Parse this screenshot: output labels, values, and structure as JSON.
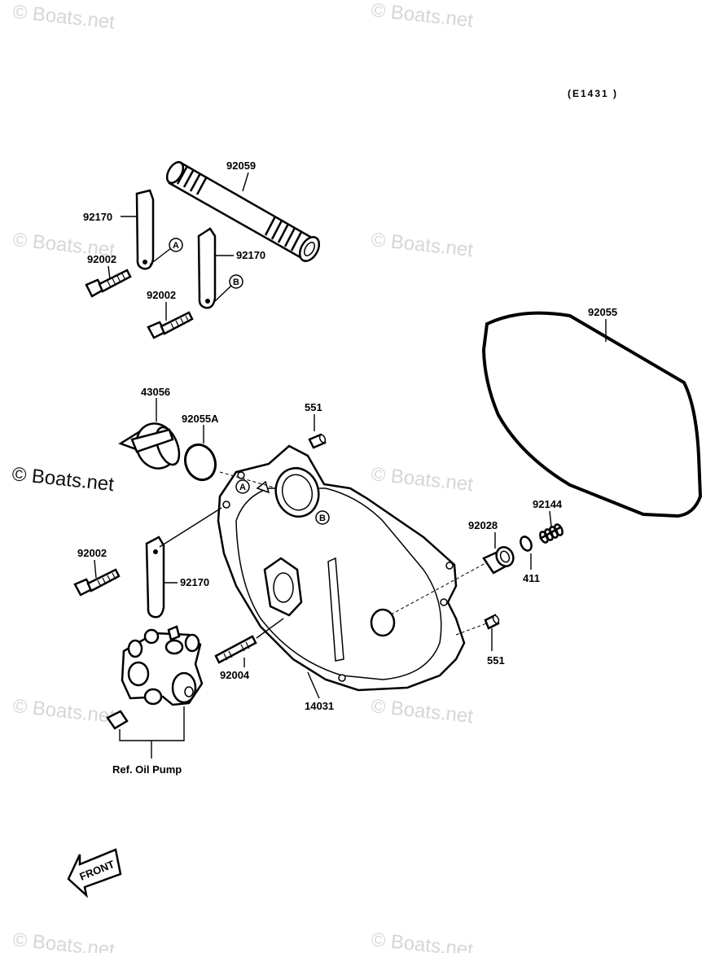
{
  "diagram_code": "(E1431 )",
  "watermark": "© Boats.net",
  "watermark_main": "© Boats.net",
  "ref_label": "Ref. Oil Pump",
  "front_label": "FRONT",
  "part_labels": {
    "p92059": "92059",
    "p92170_a": "92170",
    "p92170_b": "92170",
    "p92170_c": "92170",
    "p92002_a": "92002",
    "p92002_b": "92002",
    "p92002_c": "92002",
    "p92055": "92055",
    "p43056": "43056",
    "p92055A": "92055A",
    "p551_a": "551",
    "p551_b": "551",
    "p92144": "92144",
    "p92028": "92028",
    "p411": "411",
    "p92004": "92004",
    "p14031": "14031"
  },
  "markers": {
    "a1": "A",
    "b1": "B",
    "a2": "A",
    "b2": "B"
  }
}
